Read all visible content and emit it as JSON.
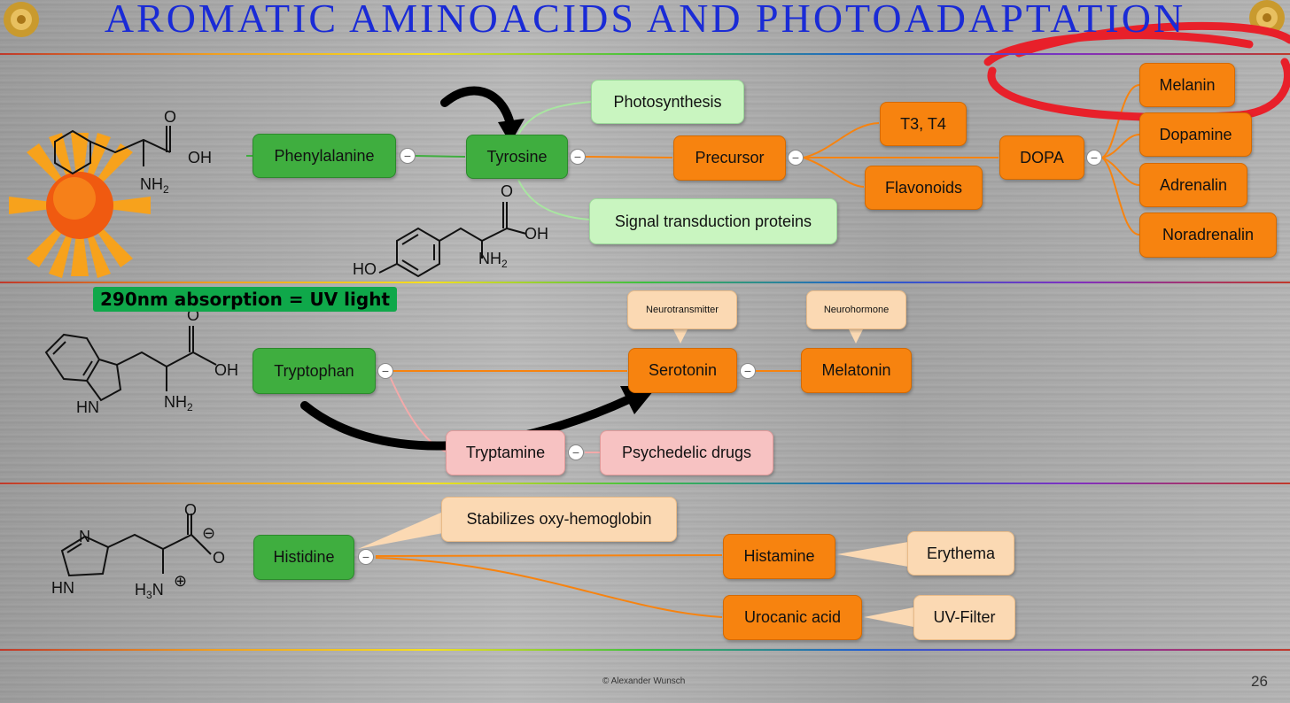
{
  "title": "AROMATIC AMINOACIDS AND PHOTOADAPTATION",
  "uv_label": "290nm absorption = UV light",
  "credit": "© Alexander Wunsch",
  "page_number": "26",
  "toggle_symbol": "−",
  "chem": {
    "o": "O",
    "oh": "OH",
    "nh2": "NH",
    "sub2": "2",
    "ho": "HO",
    "hn": "HN",
    "n": "N",
    "h3n": "H",
    "n_cation": "N",
    "plus": "⊕",
    "minus": "⊖"
  },
  "nodes": {
    "phenylalanine": "Phenylalanine",
    "tyrosine": "Tyrosine",
    "photosynthesis": "Photosynthesis",
    "signal": "Signal transduction proteins",
    "precursor": "Precursor",
    "t3t4": "T3, T4",
    "flavonoids": "Flavonoids",
    "dopa": "DOPA",
    "melanin": "Melanin",
    "dopamine": "Dopamine",
    "adrenalin": "Adrenalin",
    "noradrenalin": "Noradrenalin",
    "tryptophan": "Tryptophan",
    "serotonin": "Serotonin",
    "melatonin": "Melatonin",
    "neurotransmitter": "Neurotransmitter",
    "neurohormone": "Neurohormone",
    "tryptamine": "Tryptamine",
    "psychedelic": "Psychedelic drugs",
    "histidine": "Histidine",
    "stabilizes": "Stabilizes oxy-hemoglobin",
    "histamine": "Histamine",
    "erythema": "Erythema",
    "urocanic": "Urocanic acid",
    "uvfilter": "UV-Filter"
  },
  "colors": {
    "title": "#1a2bd6",
    "green": "#3fae3f",
    "orange": "#f7830f",
    "red_annotation": "#e8202a"
  }
}
